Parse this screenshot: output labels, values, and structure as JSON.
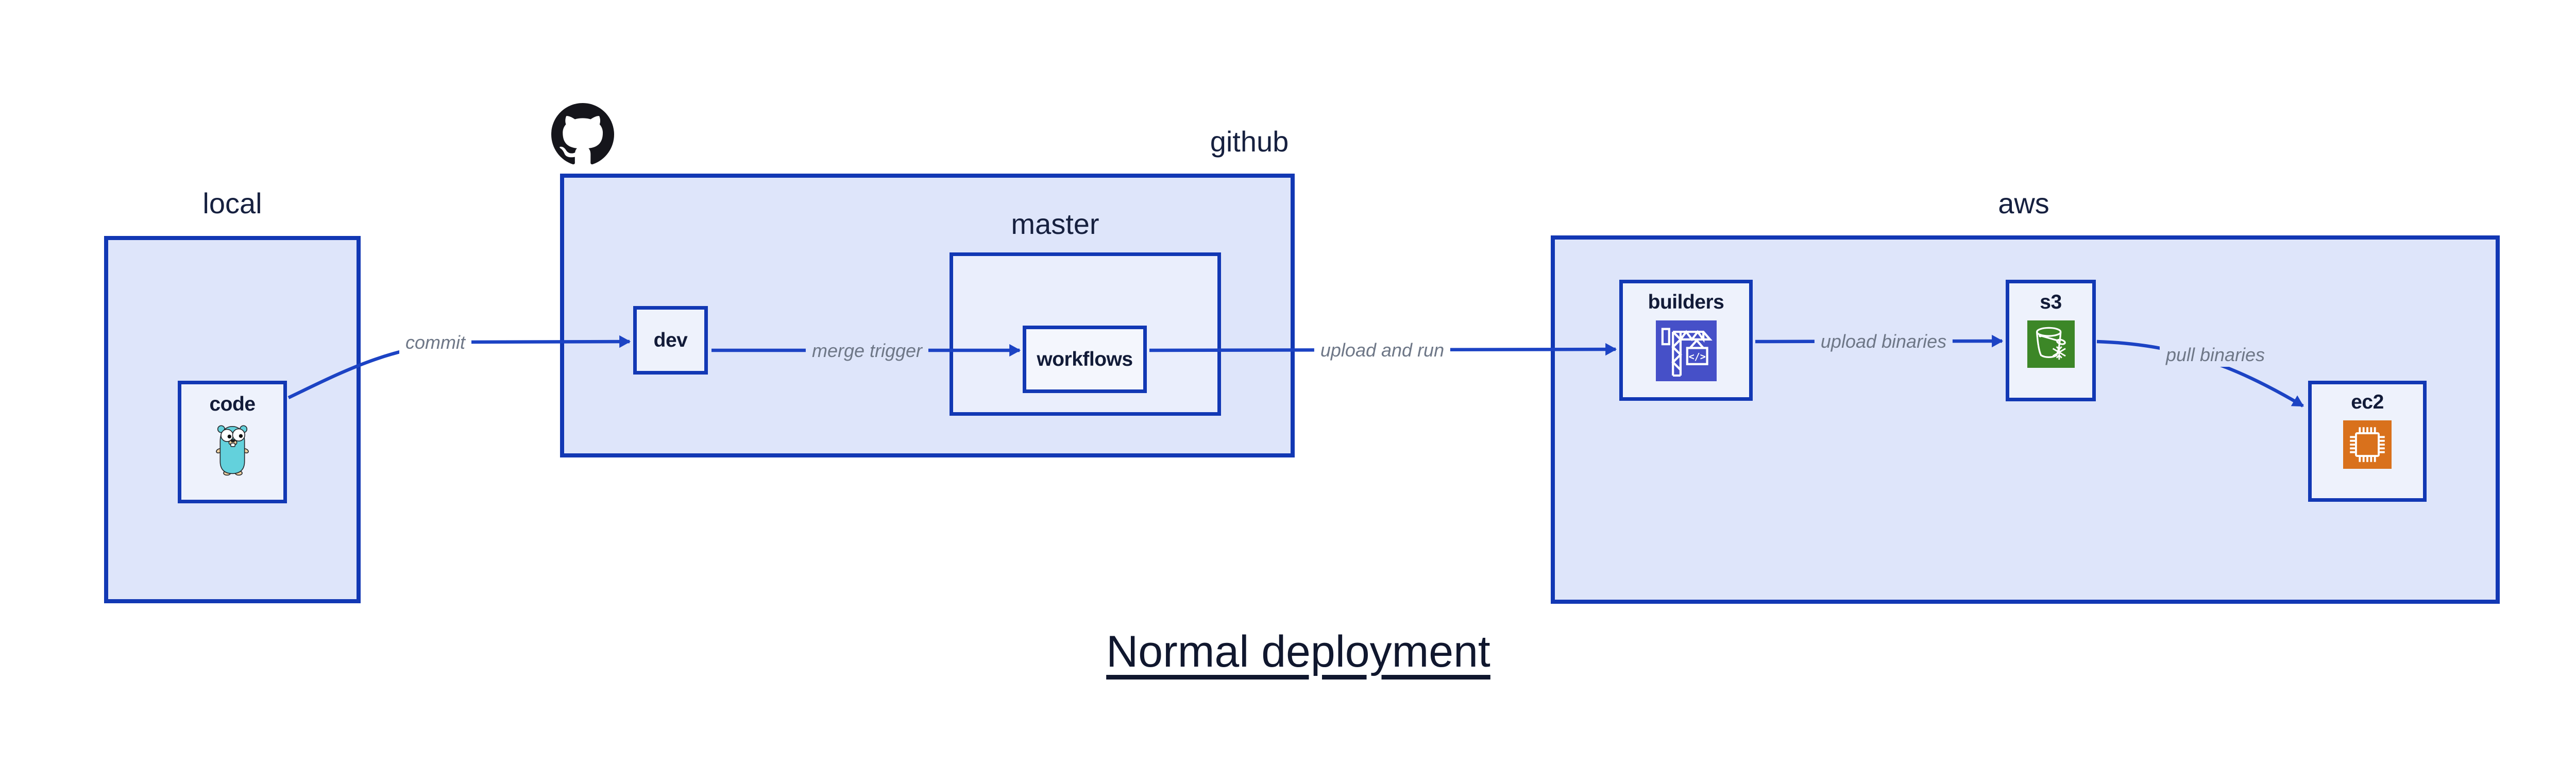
{
  "title": "Normal deployment",
  "groups": [
    {
      "label": "local"
    },
    {
      "label": "github"
    },
    {
      "label": "master"
    },
    {
      "label": "aws"
    }
  ],
  "nodes": [
    {
      "label": "code",
      "icon": "go-gopher"
    },
    {
      "label": "dev",
      "icon": null
    },
    {
      "label": "workflows",
      "icon": null
    },
    {
      "label": "builders",
      "icon": "aws-codebuild-crane"
    },
    {
      "label": "s3",
      "icon": "aws-s3-glacier-bucket"
    },
    {
      "label": "ec2",
      "icon": "aws-ec2-chip"
    }
  ],
  "edges": [
    {
      "label": "commit",
      "from": "code",
      "to": "dev"
    },
    {
      "label": "merge trigger",
      "from": "dev",
      "to": "workflows"
    },
    {
      "label": "upload and run",
      "from": "workflows",
      "to": "builders"
    },
    {
      "label": "upload binaries",
      "from": "builders",
      "to": "s3"
    },
    {
      "label": "pull binaries",
      "from": "s3",
      "to": "ec2"
    }
  ],
  "icons": {
    "github_logo": "github-octocat"
  },
  "codebuild_code_glyph": "</>",
  "colors": {
    "box_border": "#1238b4",
    "arrow": "#1c43c4",
    "group_fill": "#dee5fa",
    "node_fill": "#eef2fc",
    "zone_label_text": "#16203f",
    "node_label_text": "#121b38",
    "edge_label_text": "#6e7787",
    "title_text": "#10172e",
    "codebuild_bg": "#4650c8",
    "s3_glacier_bg": "#3c8727",
    "ec2_bg": "#d9711c",
    "gopher_body": "#63d1dc",
    "github_logo_fill": "#15151b"
  }
}
